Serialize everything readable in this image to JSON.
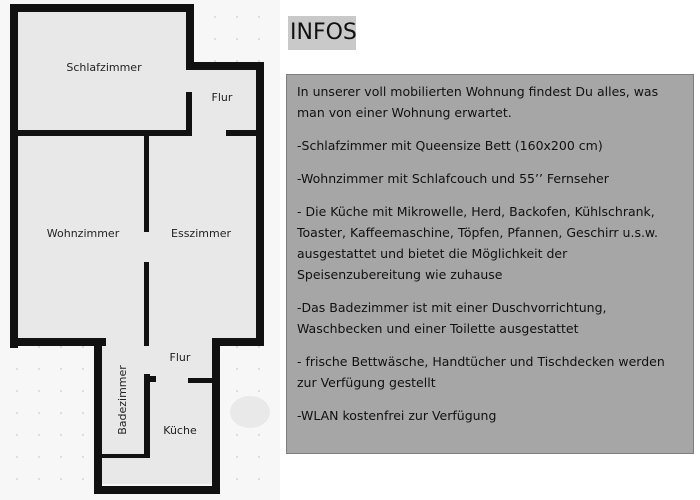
{
  "floor_plan": {
    "rooms": {
      "schlafzimmer": "Schlafzimmer",
      "flur_top": "Flur",
      "wohnzimmer": "Wohnzimmer",
      "esszimmer": "Esszimmer",
      "flur_bottom": "Flur",
      "badezimmer": "Badezimmer",
      "kueche": "Küche"
    },
    "colors": {
      "wall": "#111111",
      "floor": "#e8e8e8",
      "background": "#f7f7f7"
    }
  },
  "info": {
    "heading": "INFOS",
    "paragraphs": [
      "In unserer voll mobilierten Wohnung findest Du alles, was man von einer Wohnung erwartet.",
      "-Schlafzimmer mit Queensize Bett (160x200 cm)",
      "-Wohnzimmer mit Schlafcouch und 55’’ Fernseher",
      "- Die Küche mit Mikrowelle, Herd, Backofen, Kühlschrank, Toaster, Kaffeemaschine, Töpfen, Pfannen, Geschirr u.s.w. ausgestattet und bietet die Möglichkeit der Speisenzubereitung wie zuhause",
      "-Das Badezimmer ist mit einer Duschvorrichtung, Waschbecken und einer Toilette ausgestattet",
      "- frische Bettwäsche, Handtücher und Tischdecken werden zur Verfügung gestellt",
      "-WLAN kostenfrei zur Verfügung"
    ],
    "colors": {
      "heading_bg": "#c9c9c9",
      "box_bg": "#a6a6a6"
    }
  }
}
